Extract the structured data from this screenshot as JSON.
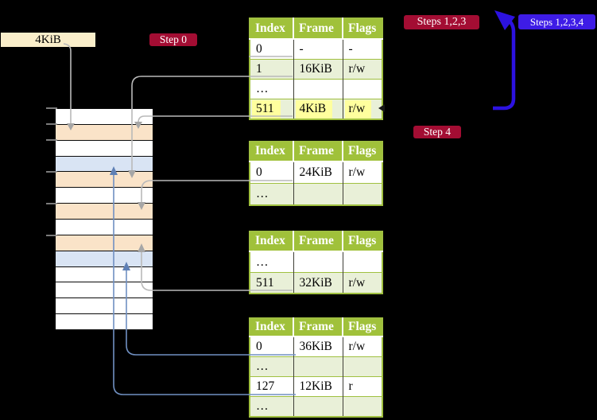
{
  "colors": {
    "bg": "#000000",
    "cream": "#faeeca",
    "peach": "#fae3c8",
    "row_blue": "#d9e4f4",
    "table_header_green": "#a0c13a",
    "table_row_green": "#e9f0d8",
    "table_border_green": "#a0c040",
    "highlight_yellow": "#ffff9e",
    "badge_red": "#a30d33",
    "badge_blue": "#3e1ce6",
    "arrow_gray": "#b9b9b9",
    "arrow_gray_head": "#a6a6a6",
    "arrow_blue": "#7090c2",
    "arrow_blue_head": "#5f80b5",
    "loop_blue": "#2c12e0"
  },
  "labels": {
    "page_size": "4KiB",
    "step0": "Step 0",
    "steps123": "Steps 1,2,3",
    "steps1234": "Steps 1,2,3,4",
    "step4": "Step 4"
  },
  "memory_column": {
    "rows": [
      "white",
      "peach",
      "white",
      "blue",
      "peach",
      "white",
      "peach",
      "white",
      "peach",
      "blue",
      "white",
      "white",
      "white",
      "white"
    ]
  },
  "tables": [
    {
      "id": "table-top",
      "headers": [
        "Index",
        "Frame",
        "Flags"
      ],
      "rows": [
        {
          "cells": [
            "0",
            "-",
            "-"
          ],
          "highlight": false
        },
        {
          "cells": [
            "1",
            "16KiB",
            "r/w"
          ],
          "highlight": false
        },
        {
          "cells": [
            "…",
            "",
            ""
          ],
          "highlight": false
        },
        {
          "cells": [
            "511",
            "4KiB",
            "r/w"
          ],
          "highlight": true
        }
      ]
    },
    {
      "id": "table-2",
      "headers": [
        "Index",
        "Frame",
        "Flags"
      ],
      "rows": [
        {
          "cells": [
            "0",
            "24KiB",
            "r/w"
          ],
          "highlight": false
        },
        {
          "cells": [
            "…",
            "",
            ""
          ],
          "highlight": false
        }
      ]
    },
    {
      "id": "table-3",
      "headers": [
        "Index",
        "Frame",
        "Flags"
      ],
      "rows": [
        {
          "cells": [
            "…",
            "",
            ""
          ],
          "highlight": false
        },
        {
          "cells": [
            "511",
            "32KiB",
            "r/w"
          ],
          "highlight": false
        }
      ]
    },
    {
      "id": "table-4",
      "headers": [
        "Index",
        "Frame",
        "Flags"
      ],
      "rows": [
        {
          "cells": [
            "0",
            "36KiB",
            "r/w"
          ],
          "highlight": false
        },
        {
          "cells": [
            "…",
            "",
            ""
          ],
          "highlight": false
        },
        {
          "cells": [
            "127",
            "12KiB",
            "r"
          ],
          "highlight": false
        },
        {
          "cells": [
            "…",
            "",
            ""
          ],
          "highlight": false
        }
      ]
    }
  ],
  "connections": [
    {
      "from": "frame-size-label",
      "to": "memory-row-2",
      "color": "gray"
    },
    {
      "from": "table-top-entry-1",
      "to": "memory-row-5-16KiB",
      "color": "gray"
    },
    {
      "from": "table-top-entry-511",
      "to": "memory-row-2-4KiB",
      "color": "gray"
    },
    {
      "from": "table-2-entry-0",
      "to": "memory-row-7-24KiB",
      "color": "gray"
    },
    {
      "from": "table-3-entry-511",
      "to": "memory-row-9-32KiB",
      "color": "gray"
    },
    {
      "from": "table-4-entry-0",
      "to": "memory-row-10-36KiB",
      "color": "blue"
    },
    {
      "from": "table-4-entry-127",
      "to": "memory-row-4-12KiB",
      "color": "blue"
    },
    {
      "from": "bottom-loop",
      "to": "top",
      "color": "loop-blue"
    }
  ]
}
